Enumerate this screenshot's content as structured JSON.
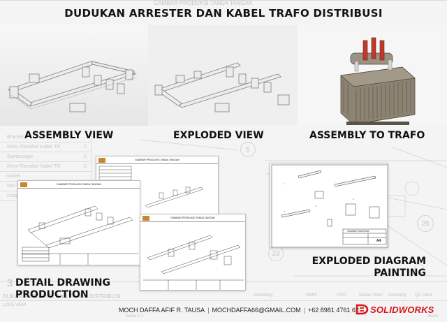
{
  "title": "DUDUKAN ARRESTER DAN KABEL TRAFO DISTRIBUSI",
  "sections": {
    "assembly_view": "ASSEMBLY VIEW",
    "exploded_view": "EXPLODED VIEW",
    "assembly_to_trafo": "ASSEMBLY TO TRAFO",
    "detail_drawing_line1": "DETAIL DRAWING",
    "detail_drawing_line2": "PRODUCTION",
    "exploded_diagram_line1": "EXPLODED DIAGRAM",
    "exploded_diagram_line2": "PAINTING"
  },
  "footer": {
    "name": "MOCH DAFFA AFIF R. TAUSA",
    "email": "MOCHDAFFA66@GMAIL.COM",
    "phone": "+62 8981 4761 62",
    "software": "SOLIDWORKS"
  },
  "background": {
    "top_banner": "GAMBAR PRODUKSI TANDA TANGAN",
    "parts_list": [
      {
        "label": "Bracket",
        "qty": ""
      },
      {
        "label": "Klem Fleksibel Kabel TR",
        "qty": "2"
      },
      {
        "label": "Sambungan",
        "qty": "2"
      },
      {
        "label": "Klem Fleksibel Kabel TR",
        "qty": "2"
      },
      {
        "label": "racket",
        "qty": ""
      },
      {
        "label": "Mur Hex",
        "qty": ""
      },
      {
        "label": "Kotak",
        "qty": ""
      }
    ],
    "balloons": [
      "5",
      "23",
      "26",
      "3"
    ],
    "bottom_title": "DUKAN ARRESTER DAN TRAFO DISTRIBUSI",
    "bottom_view": "LODE VIEW",
    "bottom_columns": [
      "Marketing",
      "WMM",
      "PPIC",
      "Master Work",
      "Assembly",
      "QC Paint"
    ],
    "bottom_scale": "Skala 1:1",
    "bottom_scale_label": "Skala"
  },
  "sheets": {
    "detail_header": "GAMBAR PRODUKSI TANDA TANGAN",
    "diagram_header": "GAMBAR DIAGRAM",
    "diagram_size": "A4"
  },
  "colors": {
    "accent_red": "#d8151b",
    "logo_orange": "#c8862f"
  }
}
